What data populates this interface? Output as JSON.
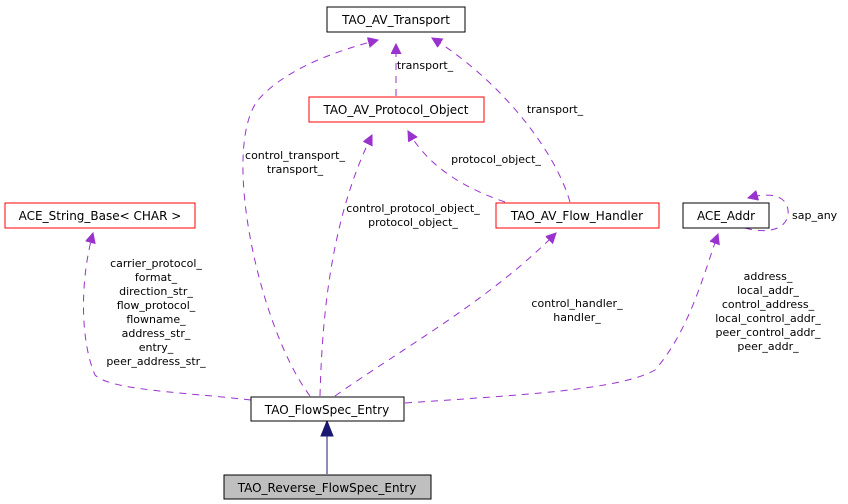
{
  "diagram": {
    "nodes": {
      "transport": {
        "label": "TAO_AV_Transport",
        "border": "#000000"
      },
      "protocol_object": {
        "label": "TAO_AV_Protocol_Object",
        "border": "#ff0000"
      },
      "string_base": {
        "label": "ACE_String_Base< CHAR >",
        "border": "#ff0000"
      },
      "flow_handler": {
        "label": "TAO_AV_Flow_Handler",
        "border": "#ff0000"
      },
      "addr": {
        "label": "ACE_Addr",
        "border": "#000000"
      },
      "flowspec_entry": {
        "label": "TAO_FlowSpec_Entry",
        "border": "#000000"
      },
      "reverse_flowspec_entry": {
        "label": "TAO_Reverse_FlowSpec_Entry",
        "border": "#000000",
        "fill": "#bfbfbf"
      }
    },
    "edge_labels": {
      "po_to_transport": [
        "transport_"
      ],
      "fh_to_transport": [
        "transport_"
      ],
      "fh_to_po": [
        "protocol_object_"
      ],
      "fe_to_transport": [
        "control_transport_",
        "transport_"
      ],
      "fe_to_po": [
        "control_protocol_object_",
        "protocol_object_"
      ],
      "fe_to_string": [
        "carrier_protocol_",
        "format_",
        "direction_str_",
        "flow_protocol_",
        "flowname_",
        "address_str_",
        "entry_",
        "peer_address_str_"
      ],
      "fe_to_fh": [
        "control_handler_",
        "handler_"
      ],
      "fe_to_addr": [
        "address_",
        "local_addr_",
        "control_address_",
        "local_control_addr_",
        "peer_control_addr_",
        "peer_addr_"
      ],
      "addr_self": [
        "sap_any"
      ]
    },
    "colors": {
      "usage_edge": "#9a32cd",
      "inherit_edge": "#191970"
    }
  }
}
